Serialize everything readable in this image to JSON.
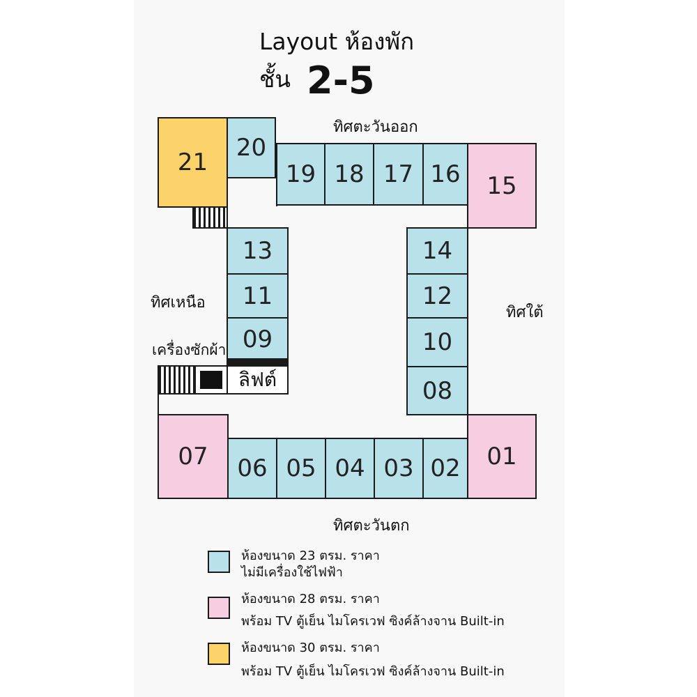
{
  "title": {
    "line1": "Layout ห้องพัก",
    "floor_label": "ชั้น",
    "floor_range": "2-5"
  },
  "directions": {
    "east": "ทิศตะวันออก",
    "west": "ทิศตะวันตก",
    "north": "ทิศเหนือ",
    "south": "ทิศใต้"
  },
  "labels": {
    "laundry": "เครื่องซักผ้า",
    "lift": "ลิฟต์"
  },
  "rooms": {
    "r21": "21",
    "r20": "20",
    "r19": "19",
    "r18": "18",
    "r17": "17",
    "r16": "16",
    "r15": "15",
    "r13": "13",
    "r11": "11",
    "r09": "09",
    "r14": "14",
    "r12": "12",
    "r10": "10",
    "r08": "08",
    "r07": "07",
    "r06": "06",
    "r05": "05",
    "r04": "04",
    "r03": "03",
    "r02": "02",
    "r01": "01"
  },
  "colors": {
    "blue": "#b8e1ea",
    "pink": "#f6cde1",
    "yellow": "#fcd36b"
  },
  "legend": [
    {
      "color": "blue",
      "line1": "ห้องขนาด 23 ตรม. ราคา",
      "line2": "ไม่มีเครื่องใช้ไฟฟ้า"
    },
    {
      "color": "pink",
      "line1": "ห้องขนาด 28 ตรม. ราคา",
      "line2": "พร้อม TV ตู้เย็น ไมโครเวฟ ซิงค์ล้างจาน Built-in"
    },
    {
      "color": "yellow",
      "line1": "ห้องขนาด 30 ตรม. ราคา",
      "line2": "พร้อม TV ตู้เย็น ไมโครเวฟ ซิงค์ล้างจาน Built-in"
    }
  ]
}
